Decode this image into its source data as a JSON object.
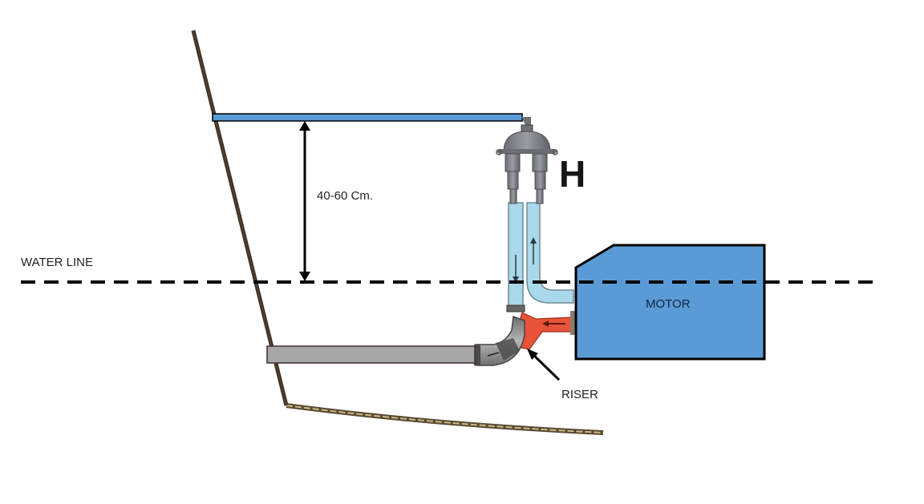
{
  "diagram": {
    "title": "Marine engine exhaust installation with anti-siphon valve",
    "labels": {
      "water_line": "WATER LINE",
      "distance": "40-60 Cm.",
      "motor": "MOTOR",
      "riser": "RISER",
      "valve_mark": "H"
    },
    "components": [
      {
        "id": "hull",
        "name": "Boat hull side"
      },
      {
        "id": "deck",
        "name": "Deck / top reference plate"
      },
      {
        "id": "anti-siphon-valve",
        "name": "Anti-siphon (vented loop) valve"
      },
      {
        "id": "cooling-hoses",
        "name": "Cooling water hoses (down/up flow)"
      },
      {
        "id": "exhaust-riser",
        "name": "Exhaust riser"
      },
      {
        "id": "exhaust-pipe",
        "name": "Exhaust pipe through hull"
      },
      {
        "id": "motor",
        "name": "Engine"
      },
      {
        "id": "water-line",
        "name": "Water line"
      }
    ],
    "colors": {
      "deck_fill": "#5b9bd5",
      "motor_fill": "#5b9bd5",
      "outline": "#000000",
      "hull": "#4a3a2a",
      "bottom_plank": "#8c7a58",
      "hose_fill": "#a9d8ea",
      "riser_fill": "#e8533a",
      "exhaust_pipe": "#a6a6a6",
      "exhaust_pipe_border": "#3f2a36",
      "valve_grey": "#7a7d82"
    }
  }
}
